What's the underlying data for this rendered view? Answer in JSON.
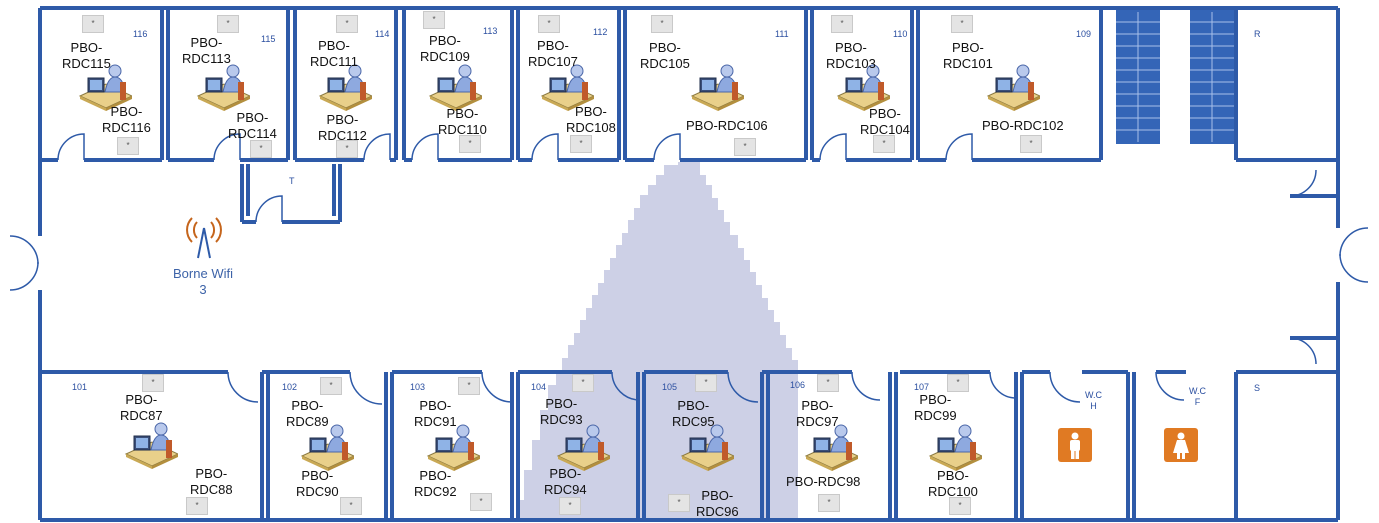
{
  "top_rooms": [
    {
      "room": "116",
      "left_label": "PBO-\nRDC115",
      "right_label": "PBO-\nRDC116"
    },
    {
      "room": "115",
      "left_label": "PBO-\nRDC113",
      "right_label": "PBO-\nRDC114"
    },
    {
      "room": "114",
      "left_label": "PBO-\nRDC111",
      "right_label": "PBO-\nRDC112"
    },
    {
      "room": "113",
      "left_label": "PBO-\nRDC109",
      "right_label": "PBO-\nRDC110"
    },
    {
      "room": "112",
      "left_label": "PBO-\nRDC107",
      "right_label": "PBO-\nRDC108"
    },
    {
      "room": "111",
      "left_label": "PBO-\nRDC105",
      "right_label": "PBO-RDC106"
    },
    {
      "room": "110",
      "left_label": "PBO-\nRDC103",
      "right_label": "PBO-\nRDC104"
    },
    {
      "room": "109",
      "left_label": "PBO-\nRDC101",
      "right_label": "PBO-RDC102"
    }
  ],
  "bottom_rooms": [
    {
      "room": "101",
      "left_label": "PBO-\nRDC87",
      "right_label": "PBO-\nRDC88"
    },
    {
      "room": "102",
      "left_label": "PBO-\nRDC89",
      "right_label": "PBO-\nRDC90"
    },
    {
      "room": "103",
      "left_label": "PBO-\nRDC91",
      "right_label": "PBO-\nRDC92"
    },
    {
      "room": "104",
      "left_label": "PBO-\nRDC93",
      "right_label": "PBO-\nRDC94"
    },
    {
      "room": "105",
      "left_label": "PBO-\nRDC95",
      "right_label": "PBO-\nRDC96"
    },
    {
      "room": "106",
      "left_label": "PBO-\nRDC97",
      "right_label": "PBO-RDC98"
    },
    {
      "room": "107",
      "left_label": "PBO-\nRDC99",
      "right_label": "PBO-\nRDC100"
    }
  ],
  "special_rooms": {
    "r": "R",
    "t": "T",
    "s": "S",
    "wc_h": "W.C\nH",
    "wc_f": "W.C\nF"
  },
  "wifi": {
    "label": "Borne Wifi\n3",
    "icon": "wifi-antenna-icon"
  },
  "outlet_glyph": "*",
  "colors": {
    "wall": "#2e5aa8",
    "coverage": "#cdd0e6",
    "wc_icon": "#e07a23",
    "stairs": "#3465b7"
  }
}
